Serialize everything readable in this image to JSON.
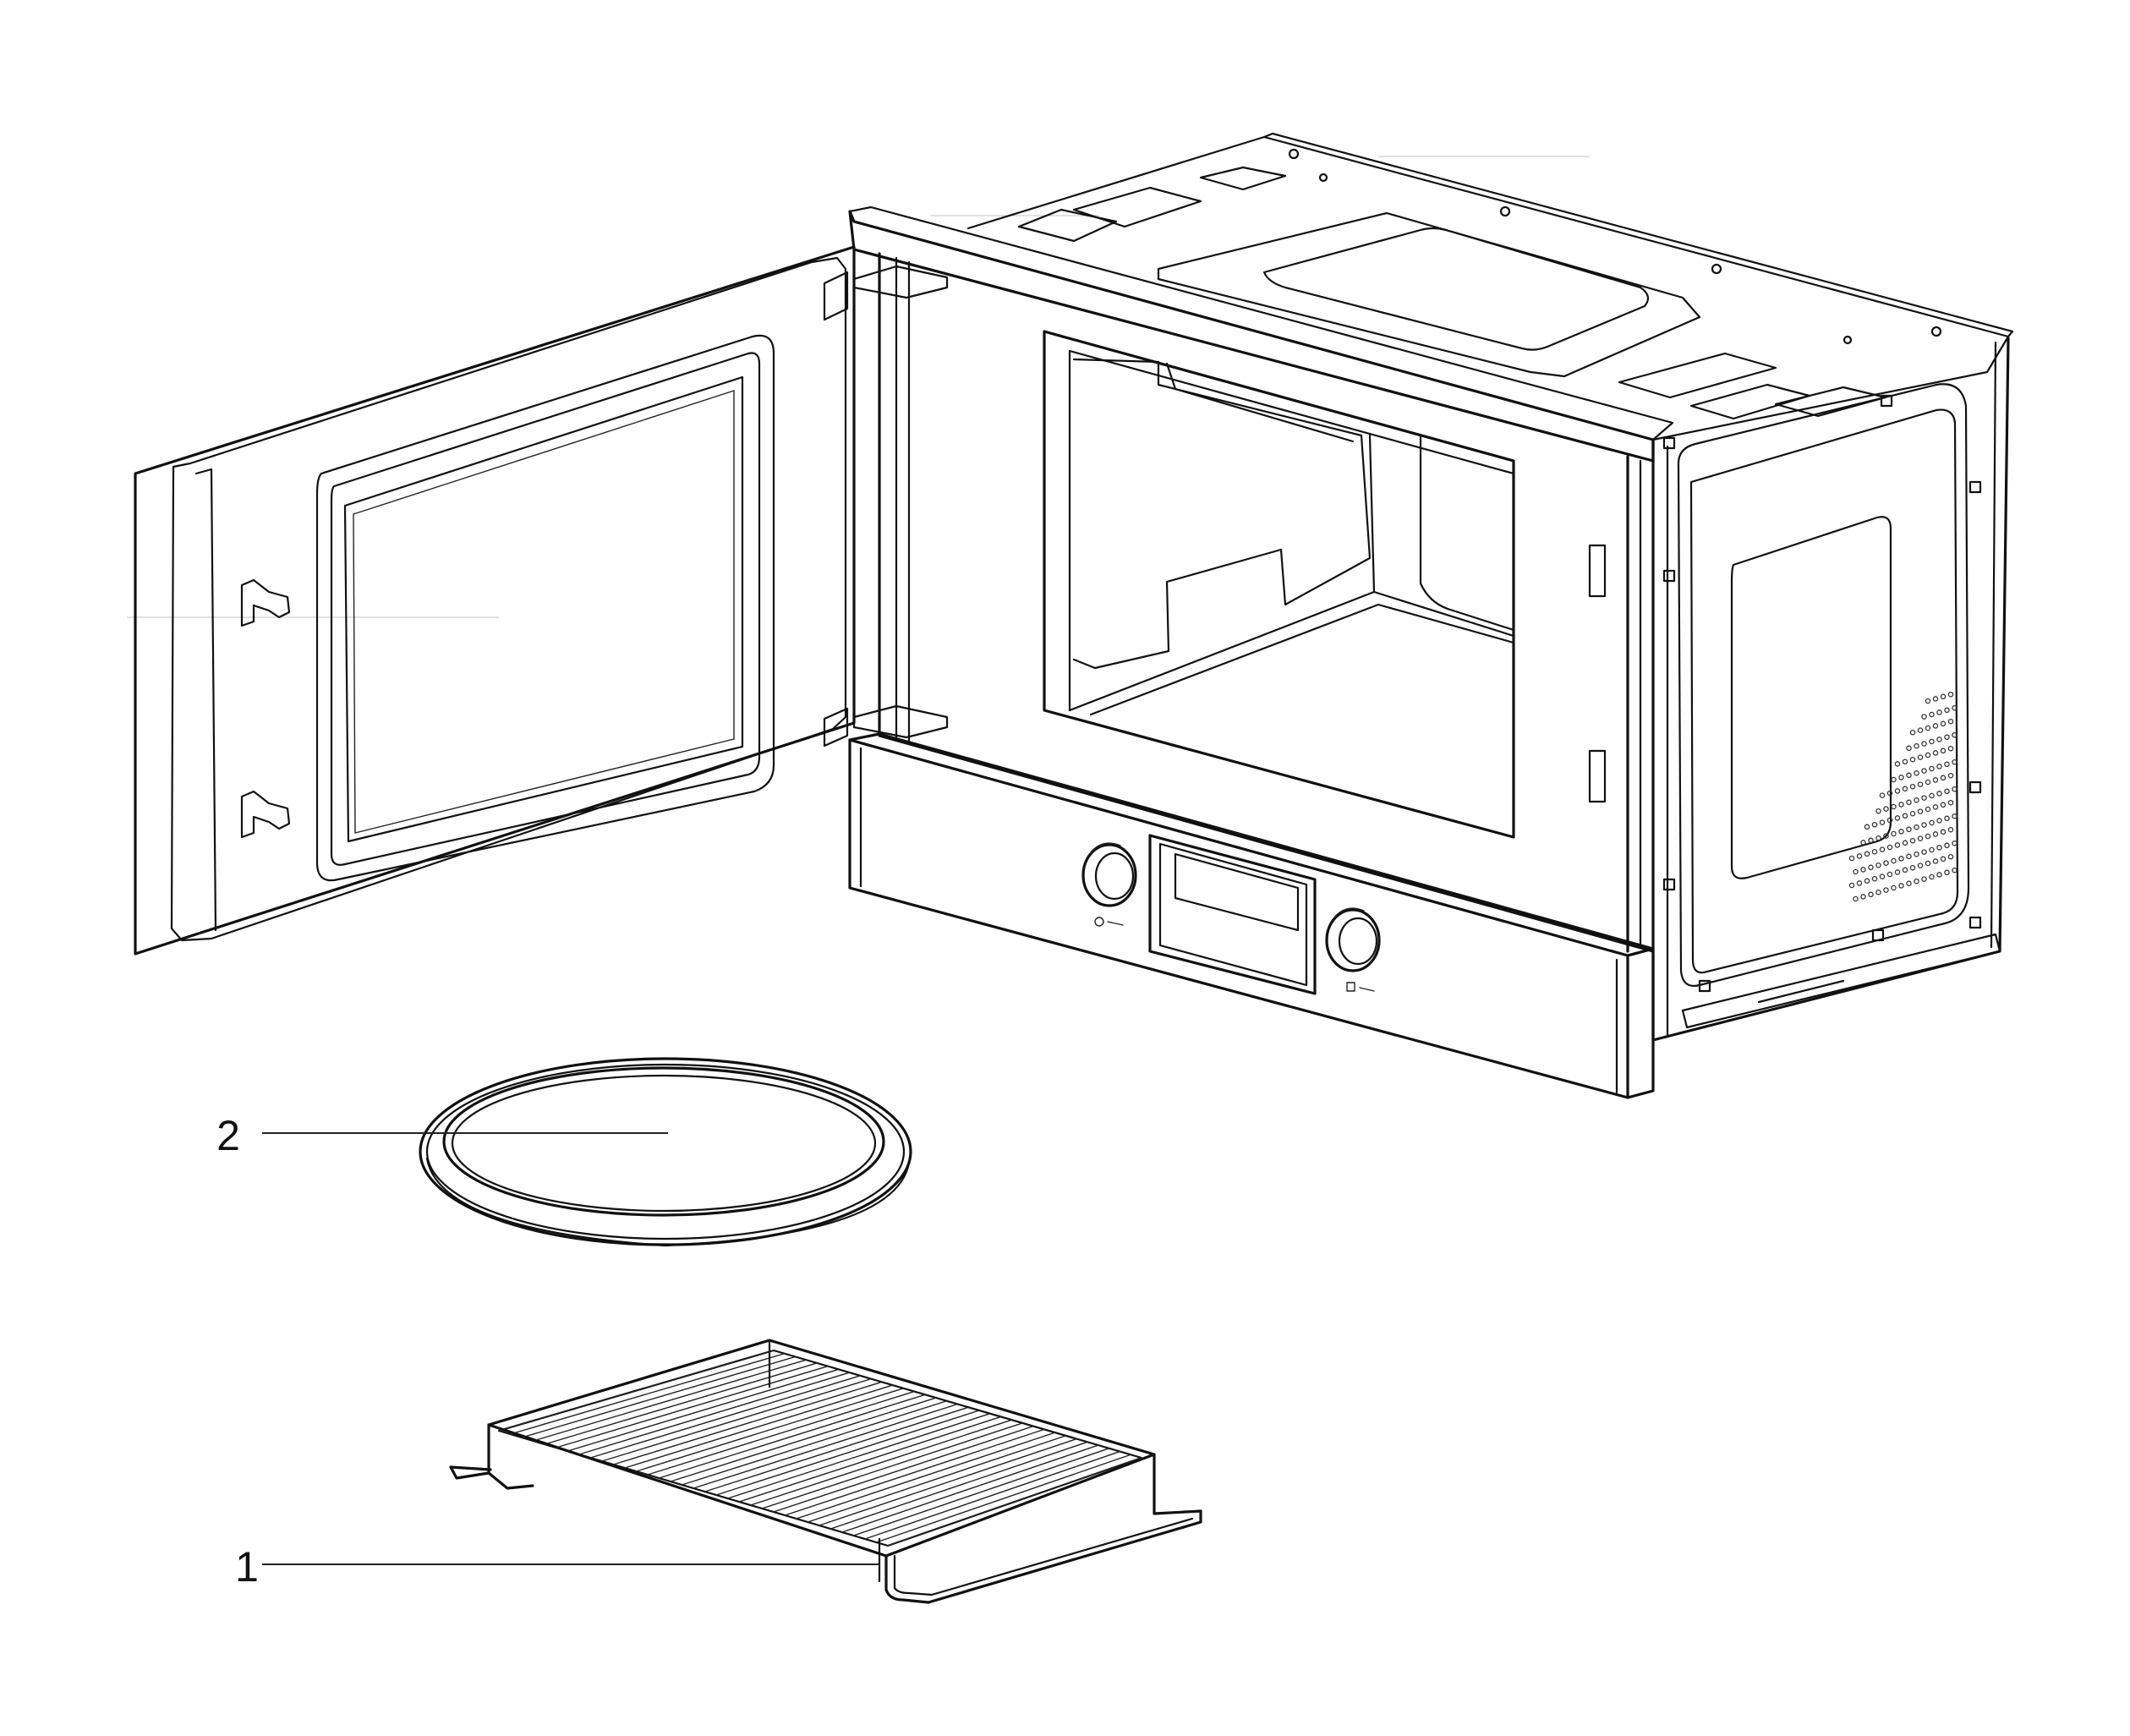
{
  "diagram": {
    "callouts": [
      {
        "number": "2",
        "part": "turntable-glass-tray"
      },
      {
        "number": "1",
        "part": "grill-rack"
      }
    ]
  }
}
